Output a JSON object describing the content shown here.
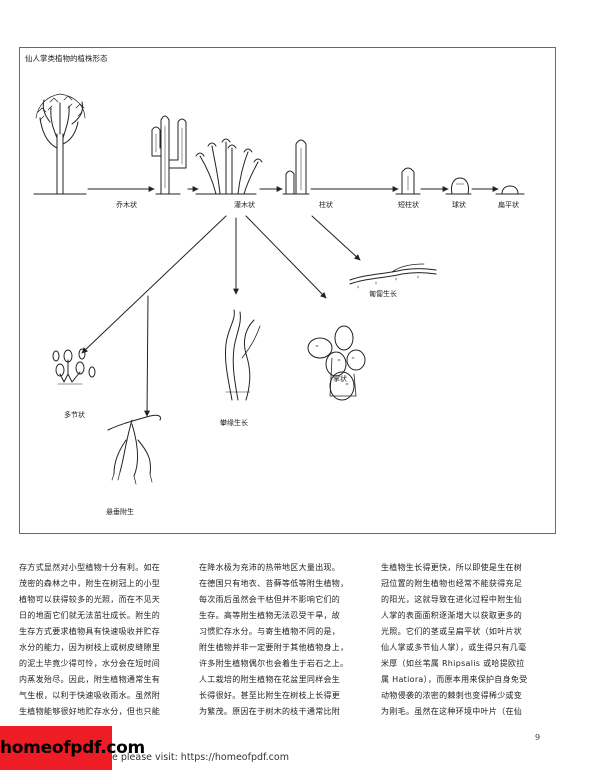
{
  "figure": {
    "title": "仙人掌类植物的植株形态",
    "labels": {
      "arborescent": "乔木状",
      "shrubby": "灌木状",
      "columnar": "柱状",
      "short_columnar": "短柱状",
      "globular": "球状",
      "flattened": "扁平状",
      "creeping": "匍匐生长",
      "segmented": "多节状",
      "palmate": "掌状",
      "climbing": "攀缘生长",
      "pendent_epiphyte": "悬垂附生"
    }
  },
  "body_text": {
    "col1": [
      "存方式显然对小型植物十分有利。如在",
      "茂密的森林之中，附生在树冠上的小型",
      "植物可以获得较多的光照，而在不见天",
      "日的地面它们就无法茁壮成长。附生的",
      "生存方式要求植物具有快速吸收并贮存",
      "水分的能力，因为树枝上或树皮缝隙里",
      "的泥土毕竟少得可怜，水分会在短时间",
      "内蒸发殆尽。因此，附生植物通常生有",
      "气生根，以利于快速吸收雨水。虽然附",
      "生植物能够很好地贮存水分，但也只能"
    ],
    "col2": [
      "在降水极为充沛的热带地区大量出现。",
      "在德国只有地衣、苔藓等低等附生植物，",
      "每次雨后虽然会干枯但并不影响它们的",
      "生存。高等附生植物无法忍受干旱，故",
      "习惯贮存水分。与寄生植物不同的是，",
      "附生植物并非一定要附于其他植物身上，",
      "许多附生植物偶尔也会着生于岩石之上。",
      "人工栽培的附生植物在花盆里同样会生",
      "长得很好。甚至比附生在树枝上长得更",
      "为繁茂。原因在于树木的枝干通常比附"
    ],
    "col3": [
      "生植物生长得更快，所以即使是生在树",
      "冠位置的附生植物也经常不能获得充足",
      "的阳光，这就导致在进化过程中附生仙",
      "人掌的表面面积逐渐增大以获取更多的",
      "光照。它们的茎或呈扁平状（如叶片状",
      "仙人掌或多节仙人掌），或生得只有几毫",
      "米厚（如丝苇属 Rhipsalis 或哈提欧拉",
      "属 Hatiora），而原本用来保护自身免受",
      "动物侵袭的浓密的棘刺也变得稀少或变",
      "为刚毛。虽然在这种环境中叶片（在仙"
    ]
  },
  "page_number": "9",
  "footer": {
    "logo_text": "homeofpdf.com",
    "text": "e please visit: https://homeofpdf.com"
  }
}
